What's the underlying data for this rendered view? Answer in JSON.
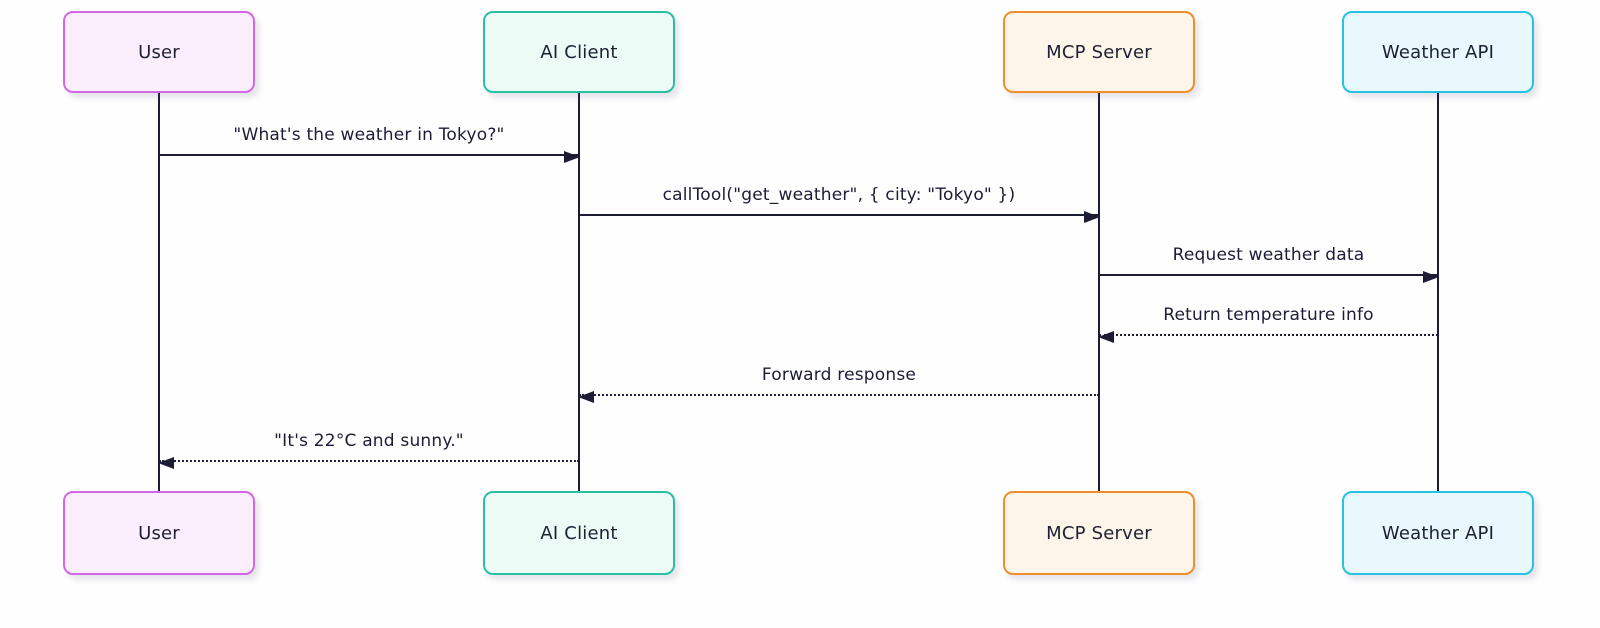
{
  "diagram": {
    "kind": "sequence-diagram",
    "background": "#fefefe",
    "line_color": "#1c1c35",
    "text_color": "#1c1c35"
  },
  "actors": [
    {
      "id": "user",
      "label": "User",
      "fill": "#fbeffd",
      "border": "#d269e2"
    },
    {
      "id": "ai-client",
      "label": "AI Client",
      "fill": "#edfbf6",
      "border": "#2bc0a6"
    },
    {
      "id": "mcp-server",
      "label": "MCP Server",
      "fill": "#fdf5e9",
      "border": "#ef8e2d"
    },
    {
      "id": "weather-api",
      "label": "Weather API",
      "fill": "#e8f8fc",
      "border": "#27c2e0"
    }
  ],
  "messages": [
    {
      "text": "\"What's the weather in Tokyo?\"",
      "from": "User",
      "to": "AI Client",
      "line": "solid",
      "direction": "right"
    },
    {
      "text": "callTool(\"get_weather\", { city: \"Tokyo\" })",
      "from": "AI Client",
      "to": "MCP Server",
      "line": "solid",
      "direction": "right"
    },
    {
      "text": "Request weather data",
      "from": "MCP Server",
      "to": "Weather API",
      "line": "solid",
      "direction": "right"
    },
    {
      "text": "Return temperature info",
      "from": "Weather API",
      "to": "MCP Server",
      "line": "dotted",
      "direction": "left"
    },
    {
      "text": "Forward response",
      "from": "MCP Server",
      "to": "AI Client",
      "line": "dotted",
      "direction": "left"
    },
    {
      "text": "\"It's 22°C and sunny.\"",
      "from": "AI Client",
      "to": "User",
      "line": "dotted",
      "direction": "left"
    }
  ]
}
